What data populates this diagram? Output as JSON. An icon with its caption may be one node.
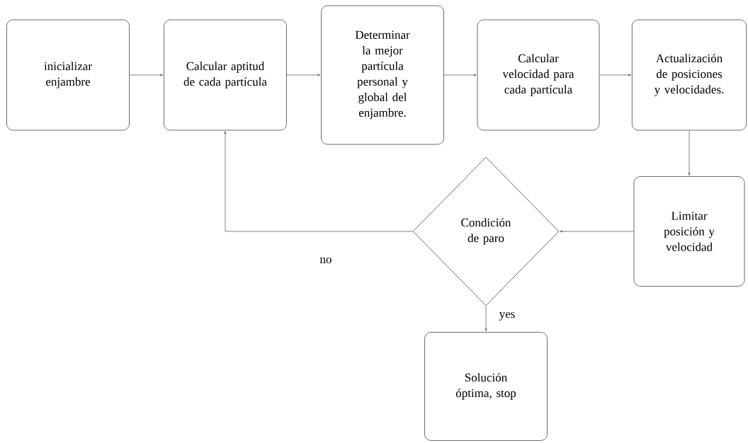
{
  "diagram": {
    "nodes": [
      {
        "text": [
          "inicializar enjambre"
        ]
      },
      {
        "text": [
          "Calcular aptitud de cada partícula"
        ]
      },
      {
        "text": [
          "Determinar la mejor partícula personal y global del enjambre."
        ]
      },
      {
        "text": [
          "Calcular velocidad para cada partícula"
        ]
      },
      {
        "text": [
          "Actualización de posiciones y velocidades."
        ]
      },
      {
        "text": [
          "Limitar posición y velocidad"
        ]
      },
      {
        "text": [
          "Condición de paro"
        ]
      },
      {
        "text": [
          "Solución óptima, stop"
        ]
      }
    ],
    "edges": [
      {
        "from": 0,
        "to": 1,
        "arrow": "to"
      },
      {
        "from": 1,
        "to": 2,
        "arrow": "to"
      },
      {
        "from": 2,
        "to": 3,
        "arrow": "to"
      },
      {
        "from": 3,
        "to": 4,
        "arrow": "to"
      },
      {
        "from": 4,
        "to": 5,
        "arrow": "to"
      },
      {
        "from": 5,
        "to": 6,
        "arrow": "to"
      },
      {
        "from": 6,
        "to": 1,
        "arrow": "to",
        "label": "no"
      },
      {
        "from": 6,
        "to": 7,
        "arrow": "to",
        "label": "yes"
      }
    ]
  }
}
